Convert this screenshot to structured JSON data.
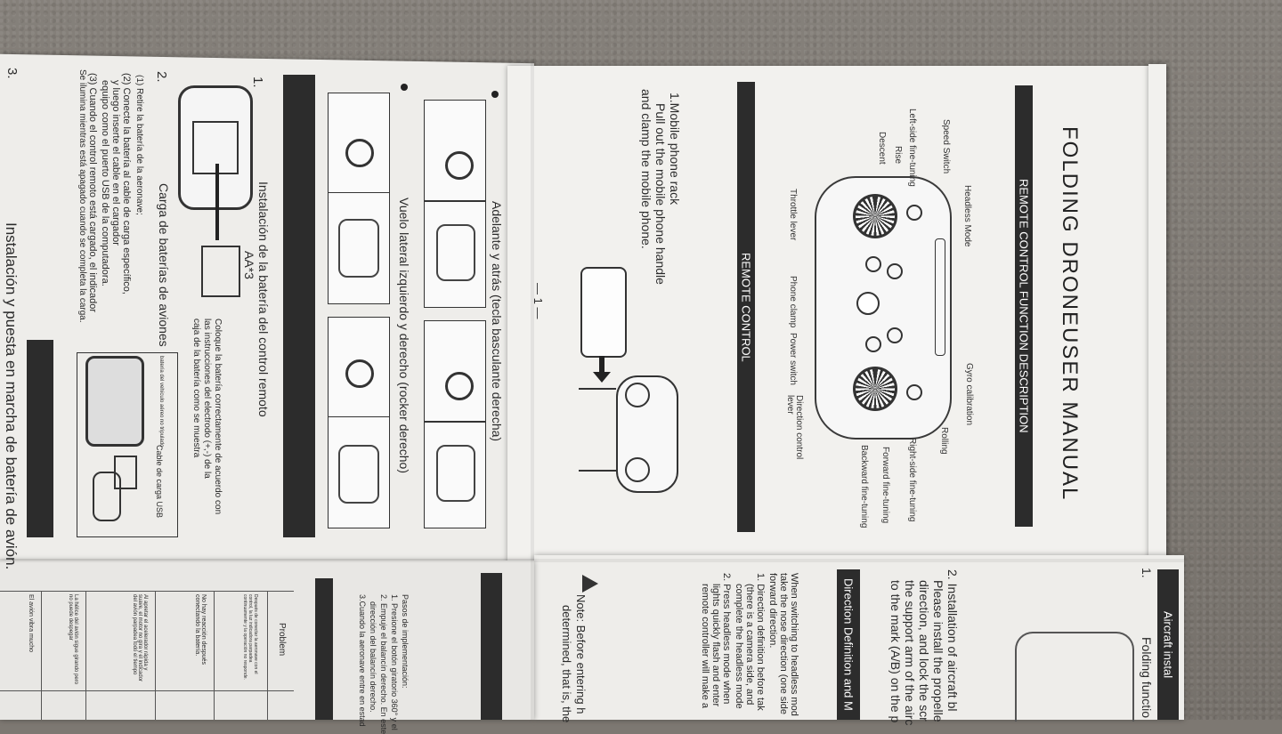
{
  "manual": {
    "title": "FOLDING DRONEUSER MANUAL",
    "page_number": "— 1 —",
    "remote_function_heading": "REMOTE CONTROL FUNCTION DESCRIPTION",
    "remote_control_heading": "REMOTE CONTROL",
    "labels": {
      "headless": "Headless Mode",
      "speed": "Speed Switch",
      "left_fine": "Left-side fine-tuning",
      "rise": "Rise",
      "descent": "Descent",
      "throttle": "Throttle lever",
      "phone_clamp": "Phone clamp",
      "power": "Power switch",
      "direction": "Direction control lever",
      "gyro": "Gyro calibration",
      "rolling": "Rolling",
      "right_fine": "Right-side fine-tuning",
      "forward_fine": "Forward fine-tuning",
      "backward_fine": "Backward fine-tuning"
    },
    "phone_rack": {
      "line1": "1.Mobile phone rack",
      "line2": "Pull out the mobile phone handle",
      "line3": "and clamp the mobile phone."
    }
  },
  "spanish": {
    "forward_back": "Adelante y atrás (tecla basculante derecha)",
    "lateral": "Vuelo lateral izquierdo y derecho (rocker derecho)",
    "step1_num": "1.",
    "battery_install": "Instalación de la batería del control remoto",
    "battery_type": "AA*3",
    "battery_note_1": "Coloque la batería correctamente de acuerdo con",
    "battery_note_2": "las instrucciones del electrodo (+,-) de la",
    "battery_note_3": "caja de la batería como se muestra",
    "step2_num": "2.",
    "charging": "Carga de baterías de aviones",
    "usb_cable": "Cable de carga USB",
    "battery_small": "batería del vehículo aéreo no tripulado",
    "charge_1": "(1) Retire la batería de la aeronave;",
    "charge_2": "(2) Conecte la batería al cable de carga específico,",
    "charge_2b": "y luego inserte el cable en el cargador",
    "charge_2c": "equipo como el puerto USB de la computadora.",
    "charge_3": "(3) Cuando el control remoto está cargado, el indicador",
    "charge_3b": "Se ilumina mientras está apagado cuando se completa la carga.",
    "step3_num": "3.",
    "startup": "Instalación y puesta en marcha de batería de avión."
  },
  "right_page": {
    "aircraft_heading": "Aircraft instal",
    "folding": "Folding functio",
    "item1": "1.",
    "inst_1": "2. Installation of aircraft bl",
    "inst_2": "Please install the propelle",
    "inst_3": "direction, and lock the scr",
    "inst_4": "the support arm of the airc",
    "inst_5": "to the mark (A/B) on the p",
    "direction_heading": "Direction Definition and M",
    "hl_1": "When switching to headless mod",
    "hl_2": "take the nose direction (one side",
    "hl_3": "forward direction.",
    "hl_4": "1. Direction definition before tak",
    "hl_5": "(there is a camera side, and",
    "hl_6": "complete the headless mode",
    "hl_7": "2. Press headless mode when",
    "hl_8": "lights quickly flash and enter",
    "hl_9": "remote controller will make a",
    "note_1": "Note: Before entering h",
    "note_2": "determined, that is, the"
  },
  "bottom_page": {
    "steps_title": "Pasos de implementación:",
    "step_a": "1. Presione el botón giratorio 360° y el",
    "step_b": "2. Empuje el balancín derecho. En este",
    "step_c": "dirección del balancín derecho.",
    "step_d": "3.Cuando la aeronave entre en estad",
    "problem": "Problem",
    "row1": "Después de conectar la aeronave con el control, la luz indicadora parpadea continuamente y la operación no responde.",
    "row2": "No hay reacción después conectando la batería.",
    "row3": "Al apretar el acelerador rápida y suave, el motor no gira y el indicador del avión parpadea todo el tiempo",
    "row4": "La hélice del avión sigue girando pero no puede despegar",
    "row5": "El avión vibra mucho"
  }
}
